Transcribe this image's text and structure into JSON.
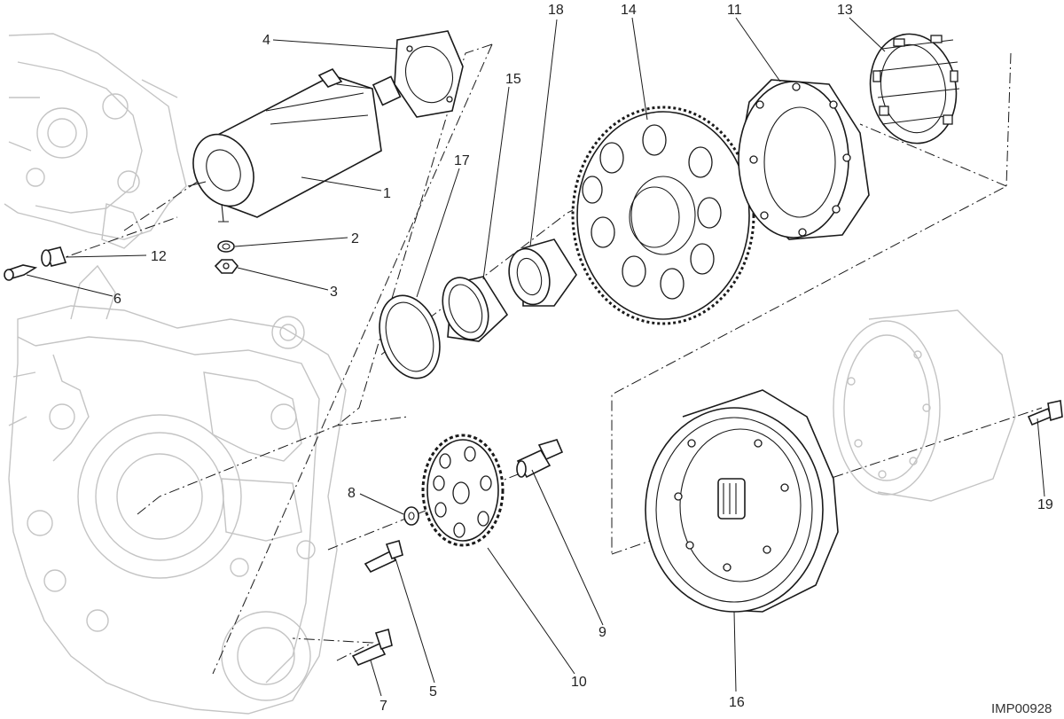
{
  "diagram": {
    "code": "IMP00928",
    "callouts": [
      "1",
      "2",
      "3",
      "4",
      "5",
      "6",
      "7",
      "8",
      "9",
      "10",
      "11",
      "12",
      "13",
      "14",
      "15",
      "16",
      "17",
      "18",
      "19"
    ]
  }
}
